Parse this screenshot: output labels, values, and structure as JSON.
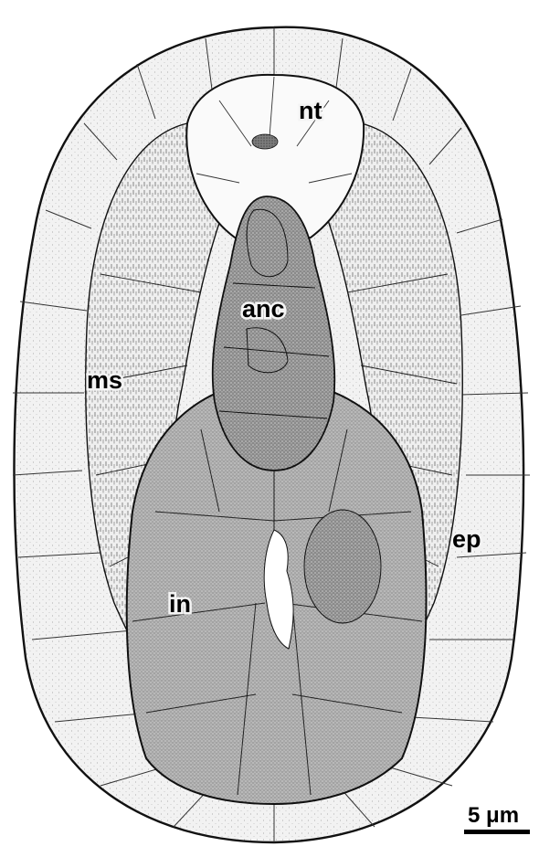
{
  "labels": {
    "neural_tube": "nt",
    "anterior_notochord": "anc",
    "mesoderm": "ms",
    "epidermis": "ep",
    "intestine": "in"
  },
  "scale_bar": {
    "text": "5 μm"
  }
}
